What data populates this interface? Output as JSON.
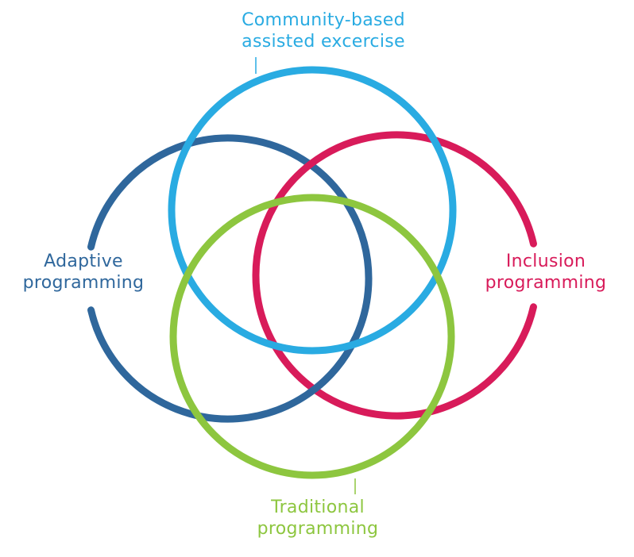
{
  "diagram": {
    "type": "venn",
    "sets": [
      {
        "id": "community",
        "label_lines": [
          "Community-based",
          "assisted excercise"
        ],
        "color": "#29abe2"
      },
      {
        "id": "adaptive",
        "label_lines": [
          "Adaptive",
          "programming"
        ],
        "color": "#2f679c"
      },
      {
        "id": "inclusion",
        "label_lines": [
          "Inclusion",
          "programming"
        ],
        "color": "#d81b5a"
      },
      {
        "id": "traditional",
        "label_lines": [
          "Traditional",
          "programming"
        ],
        "color": "#8dc63f"
      }
    ]
  }
}
